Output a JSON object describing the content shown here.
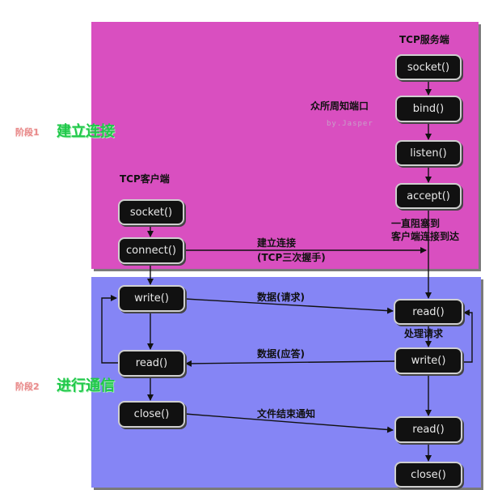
{
  "server": {
    "title": "TCP服务端",
    "nodes": [
      "socket()",
      "bind()",
      "listen()",
      "accept()",
      "read()",
      "write()",
      "read()",
      "close()"
    ],
    "well_known_port": "众所周知端口",
    "blocking_note_line1": "一直阻塞到",
    "blocking_note_line2": "客户端连接到达",
    "process_request": "处理请求"
  },
  "client": {
    "title": "TCP客户端",
    "nodes": [
      "socket()",
      "connect()",
      "write()",
      "read()",
      "close()"
    ]
  },
  "phases": {
    "phase1_tag": "阶段1",
    "phase1_title": "建立连接",
    "phase2_tag": "阶段2",
    "phase2_title": "进行通信"
  },
  "messages": {
    "connect_line1": "建立连接",
    "connect_line2": "(TCP三次握手)",
    "request": "数据(请求)",
    "reply": "数据(应答)",
    "eof": "文件结束通知"
  },
  "watermark": "by.Jasper",
  "colors": {
    "phase1_bg": "#d94fc0",
    "phase2_bg": "#8585f5",
    "node_bg": "#111111",
    "node_border": "#cfcfcf",
    "phase_title": "#20c84a",
    "phase_tag": "#e98a8a"
  }
}
